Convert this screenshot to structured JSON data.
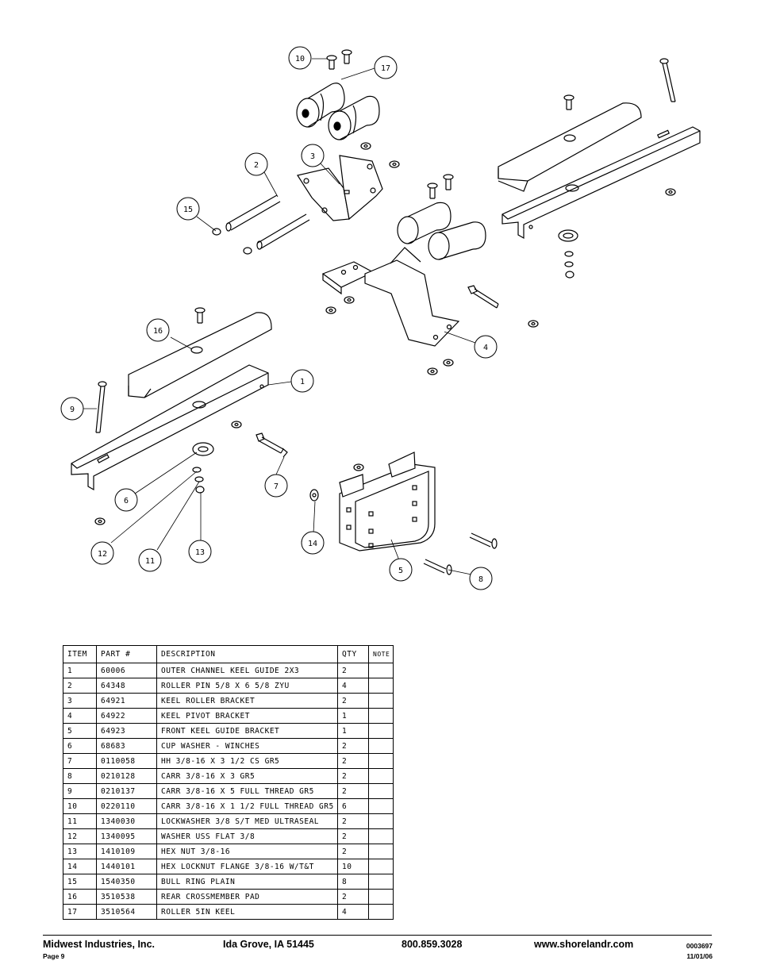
{
  "callouts": [
    "10",
    "17",
    "2",
    "3",
    "15",
    "16",
    "1",
    "9",
    "6",
    "7",
    "14",
    "12",
    "11",
    "13",
    "4",
    "5",
    "8"
  ],
  "table": {
    "headers": [
      "ITEM",
      "PART #",
      "DESCRIPTION",
      "QTY",
      "NOTE"
    ],
    "rows": [
      [
        "1",
        "60006",
        "OUTER CHANNEL KEEL GUIDE 2X3",
        "2",
        ""
      ],
      [
        "2",
        "64348",
        "ROLLER PIN  5/8 X 6 5/8 ZYU",
        "4",
        ""
      ],
      [
        "3",
        "64921",
        "KEEL ROLLER BRACKET",
        "2",
        ""
      ],
      [
        "4",
        "64922",
        "KEEL PIVOT BRACKET",
        "1",
        ""
      ],
      [
        "5",
        "64923",
        "FRONT KEEL GUIDE BRACKET",
        "1",
        ""
      ],
      [
        "6",
        "68683",
        "CUP WASHER - WINCHES",
        "2",
        ""
      ],
      [
        "7",
        "0110058",
        "HH 3/8-16 X 3 1/2 CS GR5",
        "2",
        ""
      ],
      [
        "8",
        "0210128",
        "CARR 3/8-16 X 3 GR5",
        "2",
        ""
      ],
      [
        "9",
        "0210137",
        "CARR 3/8-16 X 5 FULL THREAD GR5",
        "2",
        ""
      ],
      [
        "10",
        "0220110",
        "CARR 3/8-16 X 1 1/2 FULL THREAD GR5",
        "6",
        ""
      ],
      [
        "11",
        "1340030",
        "LOCKWASHER 3/8 S/T MED ULTRASEAL",
        "2",
        ""
      ],
      [
        "12",
        "1340095",
        "WASHER USS FLAT 3/8",
        "2",
        ""
      ],
      [
        "13",
        "1410109",
        "HEX NUT 3/8-16",
        "2",
        ""
      ],
      [
        "14",
        "1440101",
        "HEX LOCKNUT FLANGE 3/8-16 W/T&T",
        "10",
        ""
      ],
      [
        "15",
        "1540350",
        "BULL RING PLAIN",
        "8",
        ""
      ],
      [
        "16",
        "3510538",
        "REAR CROSSMEMBER PAD",
        "2",
        ""
      ],
      [
        "17",
        "3510564",
        "ROLLER 5IN KEEL",
        "4",
        ""
      ]
    ]
  },
  "footer": {
    "company": "Midwest Industries, Inc.",
    "location": "Ida Grove, IA  51445",
    "phone": "800.859.3028",
    "website": "www.shorelandr.com",
    "page": "Page 9",
    "doc_number": "0003697",
    "date": "11/01/06"
  }
}
